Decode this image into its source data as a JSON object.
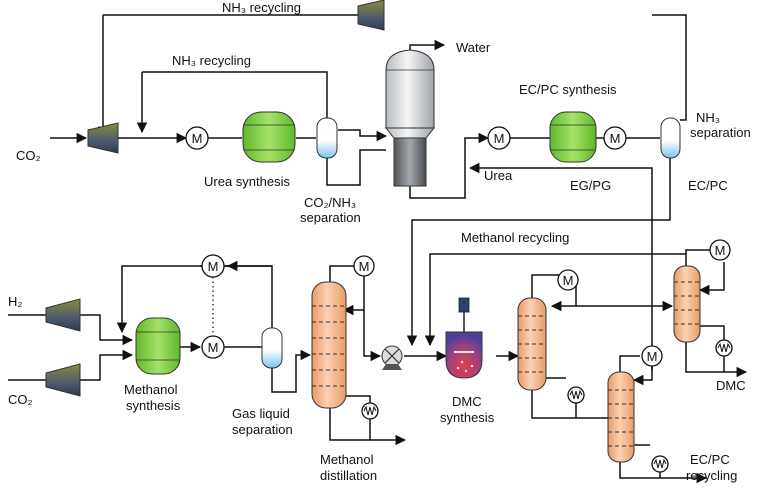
{
  "labels": {
    "nh3_recycling_top": "NH₃ recycling",
    "nh3_recycling_mid": "NH₃ recycling",
    "water": "Water",
    "ec_pc_synthesis": "EC/PC synthesis",
    "nh3_separation_1": "NH₃",
    "nh3_separation_2": "separation",
    "co2_top": "CO₂",
    "urea_synthesis": "Urea synthesis",
    "urea": "Urea",
    "eg_pg": "EG/PG",
    "ec_pc": "EC/PC",
    "co2_nh3_separation_1": "CO₂/NH₃",
    "co2_nh3_separation_2": "separation",
    "methanol_recycling": "Methanol recycling",
    "h2": "H₂",
    "co2_bottom": "CO₂",
    "methanol_synthesis_1": "Methanol",
    "methanol_synthesis_2": "synthesis",
    "gas_liquid_separation_1": "Gas liquid",
    "gas_liquid_separation_2": "separation",
    "methanol_distillation_1": "Methanol",
    "methanol_distillation_2": "distillation",
    "dmc_synthesis_1": "DMC",
    "dmc_synthesis_2": "synthesis",
    "dmc": "DMC",
    "ec_pc_recycling_1": "EC/PC",
    "ec_pc_recycling_2": "recycling"
  },
  "colors": {
    "reactor_green": "#7fd13b",
    "column_peach": "#f5b98c",
    "compressor_olive": "#6b6b2a",
    "separator_blue": "#9fd3ef",
    "dmc_reactor_purple": "#7a4fa0",
    "dmc_reactor_red": "#d23b3b"
  }
}
